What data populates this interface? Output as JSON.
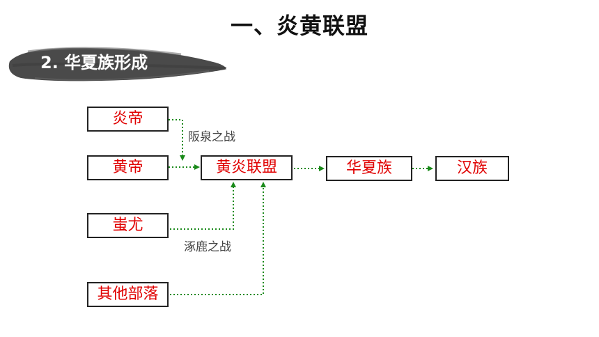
{
  "title": "一、炎黄联盟",
  "section": {
    "label": "2. 华夏族形成"
  },
  "nodes": {
    "yandi": "炎帝",
    "huangdi": "黄帝",
    "chiyou": "蚩尤",
    "others": "其他部落",
    "yanhuang": "黄炎联盟",
    "huaxia": "华夏族",
    "han": "汉族"
  },
  "edges": {
    "banquan": "阪泉之战",
    "zhuolu": "涿鹿之战"
  },
  "colors": {
    "node_text": "#e00000",
    "arrow": "#1a8a1a",
    "border": "#222222"
  }
}
